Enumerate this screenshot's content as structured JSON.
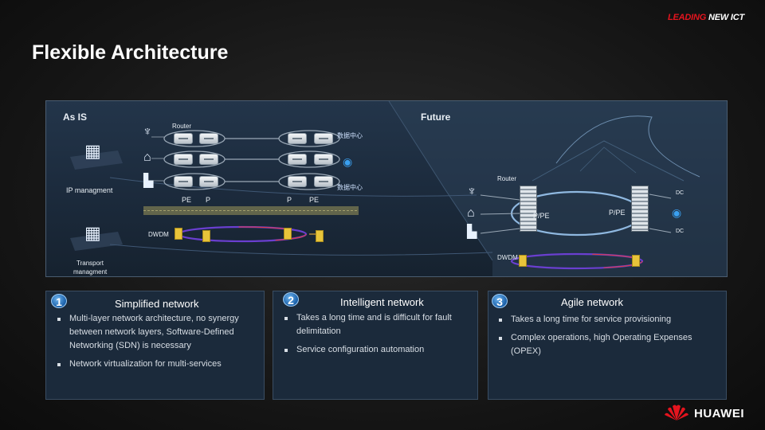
{
  "brand": {
    "part1": "LEADING",
    "part2": " NEW ICT"
  },
  "title": "Flexible Architecture",
  "diagram": {
    "as_is_label": "As IS",
    "future_label": "Future",
    "router_label_left": "Router",
    "router_label_right": "Router",
    "dc_cn_1": "数据中心",
    "dc_cn_2": "数据中心",
    "ip_management": "IP managment",
    "pe_left": "PE",
    "p_left": "P",
    "p_right": "P",
    "pe_right": "PE",
    "dwdm_left": "DWDM",
    "transport_management_line1": "Transport",
    "transport_management_line2": "managment",
    "dc_top": "DC",
    "dc_bottom": "DC",
    "ppe_left": "P/PE",
    "ppe_right": "P/PE",
    "dwdm_right": "DWDM"
  },
  "cards": [
    {
      "number": "1",
      "title": "Simplified network",
      "items": [
        "Multi-layer network architecture, no synergy between network layers, Software-Defined Networking (SDN) is necessary",
        "Network virtualization for multi-services"
      ]
    },
    {
      "number": "2",
      "title": "Intelligent network",
      "items": [
        "Takes a long time and is difficult for fault delimitation",
        "Service configuration automation"
      ]
    },
    {
      "number": "3",
      "title": "Agile network",
      "items": [
        "Takes a long time for service provisioning",
        "Complex operations, high Operating Expenses (OPEX)"
      ]
    }
  ],
  "footer_logo": "HUAWEI",
  "colors": {
    "brand_red": "#e4141e",
    "diagram_bg": "#1f2f42",
    "card_bg": "#1b2a3b",
    "badge_blue": "#1a5fa8",
    "ring_purple": "#6a3fd0"
  }
}
